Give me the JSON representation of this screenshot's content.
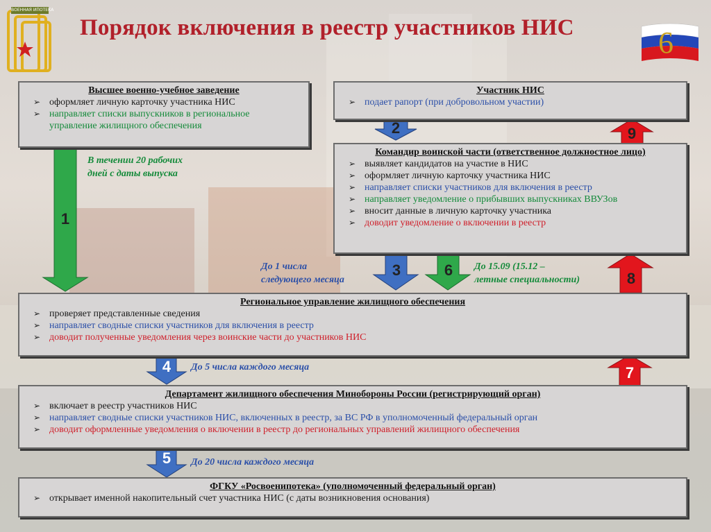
{
  "title": "Порядок включения в реестр участников НИС",
  "slide_number": "6",
  "emblem_text": "ВОЕННАЯ ИПОТЕКА",
  "boxes": {
    "vuz": {
      "header": "Высшее военно-учебное заведение",
      "items": [
        {
          "text": "оформляет личную карточку участника НИС",
          "color": "black"
        },
        {
          "text": "направляет списки выпускников в региональное",
          "color": "green"
        },
        {
          "text": "управление жилищного обеспечения",
          "color": "green",
          "cont": true
        }
      ]
    },
    "participant": {
      "header": "Участник НИС",
      "items": [
        {
          "text": "подает рапорт (при добровольном участии)",
          "color": "blue"
        }
      ]
    },
    "commander": {
      "header": "Командир воинской части (ответственное должностное лицо)",
      "items": [
        {
          "text": "выявляет кандидатов на участие в НИС",
          "color": "black"
        },
        {
          "text": "оформляет личную карточку участника НИС",
          "color": "black"
        },
        {
          "text": "направляет списки участников для включения в реестр",
          "color": "blue"
        },
        {
          "text": "направляет уведомление о прибывших выпускниках ВВУЗов",
          "color": "green"
        },
        {
          "text": "вносит данные в личную карточку участника",
          "color": "black"
        },
        {
          "text": "доводит уведомление о включении в реестр",
          "color": "red"
        }
      ]
    },
    "regional": {
      "header": "Региональное управление жилищного обеспечения",
      "items": [
        {
          "text": "проверяет представленные сведения",
          "color": "black"
        },
        {
          "text": "направляет сводные списки участников для включения в реестр",
          "color": "blue"
        },
        {
          "text": "доводит полученные уведомления через воинские части до участников НИС",
          "color": "red"
        }
      ]
    },
    "department": {
      "header": "Департамент жилищного обеспечения Минобороны России (регистрирующий орган)",
      "items": [
        {
          "text": "включает в реестр участников НИС",
          "color": "black"
        },
        {
          "text": "направляет сводные списки участников НИС, включенных в реестр, за ВС РФ в уполномоченный федеральный  орган",
          "color": "blue"
        },
        {
          "text": "доводит оформленные уведомления о включении в реестр до региональных управлений жилищного обеспечения",
          "color": "red"
        }
      ]
    },
    "fgku": {
      "header": "ФГКУ «Росвоенипотека» (уполномоченный федеральный орган)",
      "items": [
        {
          "text": "открывает именной накопительный счет участника НИС (с даты возникновения основания)",
          "color": "black"
        }
      ]
    }
  },
  "arrows": {
    "a1": "1",
    "a2": "2",
    "a3": "3",
    "a4": "4",
    "a5": "5",
    "a6": "6",
    "a7": "7",
    "a8": "8",
    "a9": "9"
  },
  "notes": {
    "n1_line1": "В течении 20 рабочих",
    "n1_line2": "дней с даты выпуска",
    "n3_line1": "До 1 числа",
    "n3_line2": "следующего месяца",
    "n6_line1": "До 15.09 (15.12 –",
    "n6_line2": "летные специальности)",
    "n4": "До 5 числа каждого месяца",
    "n5": "До 20 числа каждого месяца"
  },
  "colors": {
    "title": "#b1202a",
    "box_bg": "#d7d5d5",
    "arrow_blue": "#3f6fc2",
    "arrow_green": "#2fa84a",
    "arrow_red": "#e2161d",
    "note_green": "#148a3a",
    "note_blue": "#2b4fa8"
  }
}
